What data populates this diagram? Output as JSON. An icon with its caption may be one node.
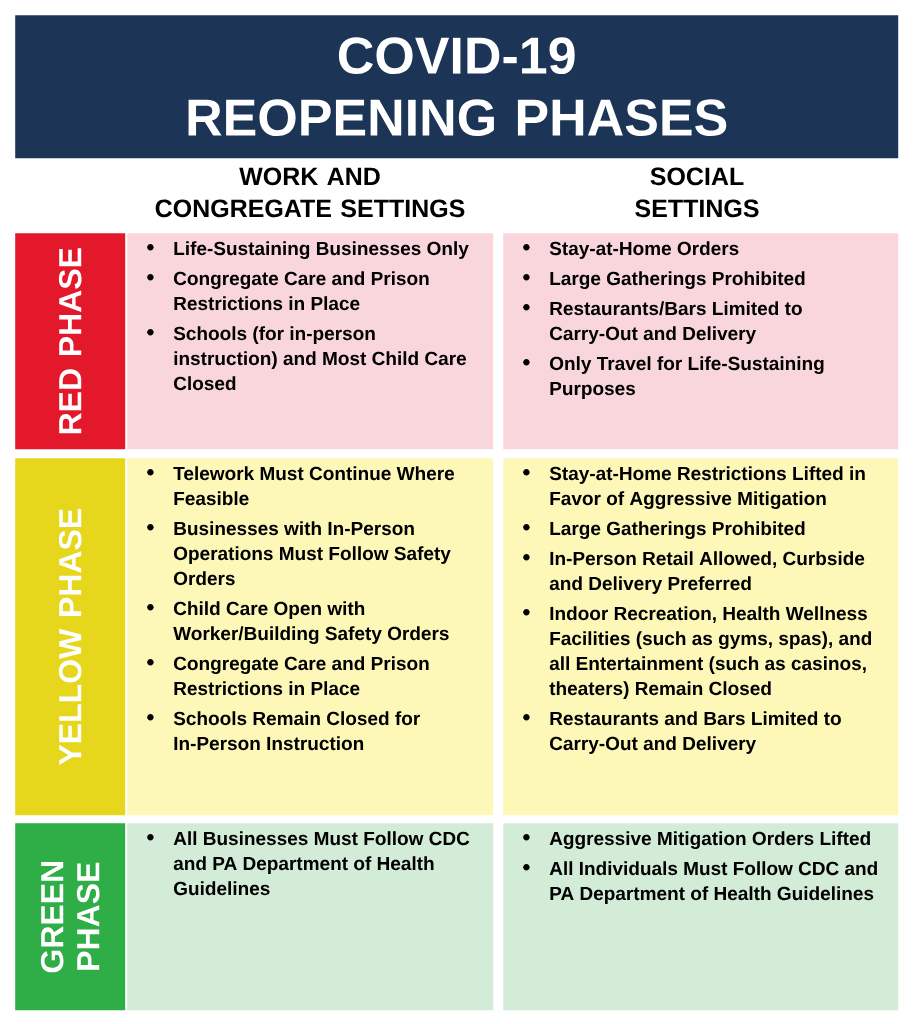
{
  "diagram": {
    "title": "COVID-19 REOPENING PHASES",
    "nodes": [
      {
        "text": [
          "RED PHASE"
        ]
      },
      {
        "text": [
          "Life-Sustaining Businesses Only",
          "Congregate Care and Prison Restrictions in Place",
          "Schools (for in-person instruction) and Most Child Care Closed"
        ]
      },
      {
        "text": [
          "Stay-at-Home Orders",
          "Large Gatherings Prohibited",
          "Restaurants/Bars Limited to Carry-Out and Delivery",
          "Only Travel for Life-Sustaining Purposes"
        ]
      },
      {
        "text": [
          "YELLOW PHASE"
        ]
      },
      {
        "text": [
          "Telework Must Continue Where Feasible",
          "Businesses with In-Person Operations Must Follow Safety Orders",
          "Child Care Open with Worker/Building Safety Orders",
          "Congregate Care and Prison Restrictions in Place",
          "Schools Remain Closed for In-Person Instruction"
        ]
      },
      {
        "text": [
          "Stay-at-Home Restrictions Lifted in Favor of Aggressive Mitigation",
          "Large Gatherings Prohibited",
          "In-Person Retail Allowed, Curbside and Delivery Preferred",
          "Indoor Recreation, Health Wellness Facilities (such as gyms, spas), and all Entertainment (such as casinos, theaters) Remain Closed",
          "Restaurants and Bars Limited to Carry-Out and Delivery"
        ]
      },
      {
        "text": [
          "GREEN PHASE"
        ]
      },
      {
        "text": [
          "All Businesses Must Follow CDC and PA Department of Health Guidelines"
        ]
      },
      {
        "text": [
          "Aggressive Mitigation Orders Lifted",
          "All Individuals Must Follow CDC and PA Department of Health Guidelines"
        ]
      }
    ],
    "labels": [
      "WORK AND CONGREGATE SETTINGS",
      "SOCIAL SETTINGS"
    ]
  }
}
